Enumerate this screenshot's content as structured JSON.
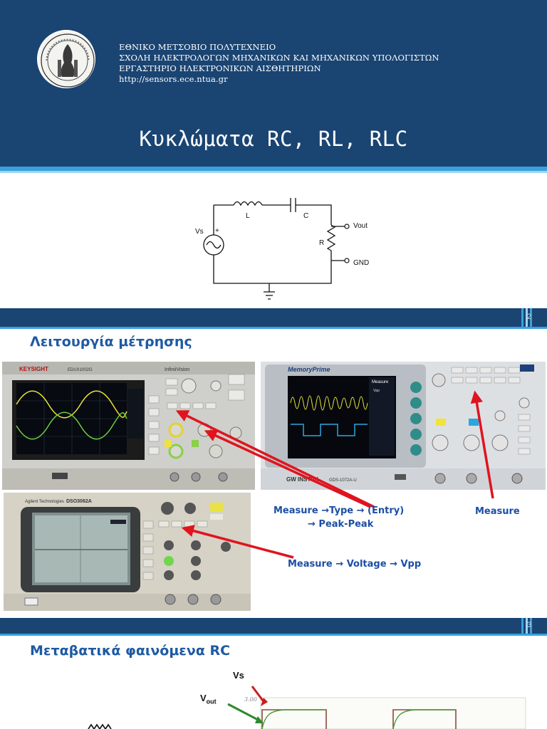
{
  "slide1": {
    "institution": [
      "ΕΘΝΙΚΟ ΜΕΤΣΟΒΙΟ ΠΟΛΥΤΕΧΝΕΙΟ",
      "ΣΧΟΛΗ ΗΛΕΚΤΡΟΛΟΓΩΝ ΜΗΧΑΝΙΚΩΝ ΚΑΙ ΜΗΧΑΝΙΚΩΝ ΥΠΟΛΟΓΙΣΤΩΝ",
      "ΕΡΓΑΣΤΗΡΙΟ ΗΛΕΚΤΡΟΝΙΚΩΝ ΑΙΣΘΗΤΗΡΙΩΝ",
      "http://sensors.ece.ntua.gr"
    ],
    "title": "Κυκλώματα RC, RL, RLC",
    "circuit": {
      "vs": "Vs",
      "l": "L",
      "c": "C",
      "r": "R",
      "vout": "Vout",
      "gnd": "GND",
      "plus": "+"
    }
  },
  "slide2": {
    "page_number": "2",
    "title": "Λειτουργία μέτρησης",
    "scope1": {
      "brand": "KEYSIGHT",
      "model": "EDUX1002G",
      "series": "InfiniiVision"
    },
    "scope2": {
      "brand": "MemoryPrime",
      "vendor": "GW INSTEK",
      "model": "GDS-1072A-U",
      "measure": "Measure",
      "vpp": "Vpp"
    },
    "scope3": {
      "brand": "Agilent Technologies",
      "model": "DSO3062A"
    },
    "annotations": {
      "keysight_line1": "Measure →Type → (Entry)",
      "keysight_line2": "→ Peak-Peak",
      "instek": "Measure",
      "agilent": "Measure → Voltage → Vpp"
    }
  },
  "slide3": {
    "page_number": "3",
    "title": "Μεταβατικά φαινόμενα RC",
    "vs_label": "Vs",
    "vout_label": "V",
    "vout_sub": "out",
    "axis_tick": "3.00"
  },
  "colors": {
    "navy": "#1a4472",
    "title_blue": "#1e5aa3",
    "annot_blue": "#1c4ea5",
    "arrow_red": "#e0141e"
  }
}
